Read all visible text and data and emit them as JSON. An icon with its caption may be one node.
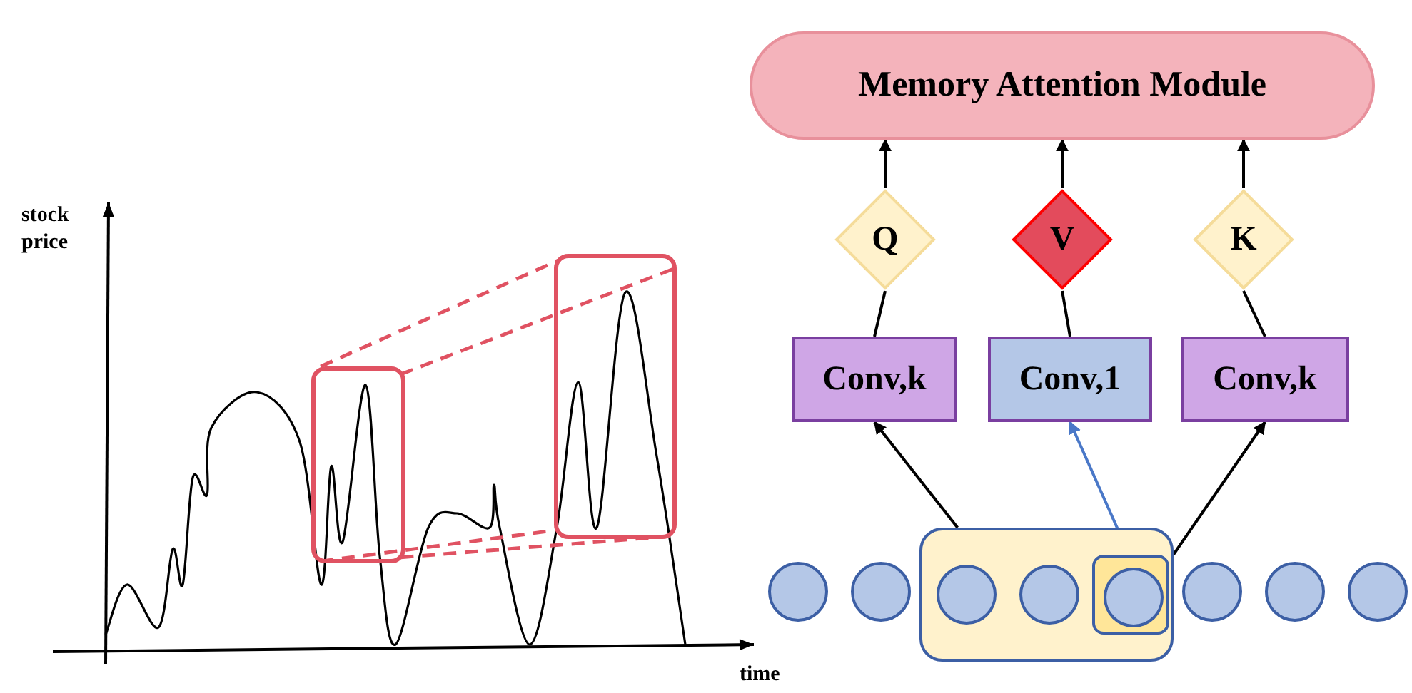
{
  "diagram": {
    "nodes": [
      {
        "text": [],
        "shape": "box"
      },
      {
        "text": [],
        "shape": "box"
      },
      {
        "text": [
          "Memory Attention Module"
        ]
      },
      {
        "text": [
          "Q"
        ]
      },
      {
        "text": [
          "V"
        ]
      },
      {
        "text": [
          "K"
        ]
      },
      {
        "text": [
          "Conv,k"
        ]
      },
      {
        "text": [
          "Conv,1"
        ]
      },
      {
        "text": [
          "Conv,k"
        ]
      },
      {
        "text": [],
        "shape": "box"
      },
      {
        "text": [],
        "shape": "circle"
      },
      {
        "text": [],
        "shape": "circle"
      },
      {
        "text": [],
        "shape": "circle",
        "in": 9
      },
      {
        "text": [],
        "shape": "circle",
        "in": 9
      },
      {
        "text": [],
        "shape": "box",
        "in": 9
      },
      {
        "text": [],
        "shape": "circle",
        "in": 14
      },
      {
        "text": [],
        "shape": "circle"
      },
      {
        "text": [],
        "shape": "circle"
      },
      {
        "text": [],
        "shape": "circle"
      }
    ],
    "edges": [
      {
        "from": 0,
        "to": 1,
        "arrow": "none",
        "style": "dashed",
        "color": "#e05262"
      },
      {
        "from": 0,
        "to": 1,
        "arrow": "none",
        "style": "dashed",
        "color": "#e05262"
      },
      {
        "from": 0,
        "to": 1,
        "arrow": "none",
        "style": "dashed",
        "color": "#e05262"
      },
      {
        "from": 0,
        "to": 1,
        "arrow": "none",
        "style": "dashed",
        "color": "#e05262"
      },
      {
        "from": 3,
        "to": 2,
        "arrow": "to"
      },
      {
        "from": 4,
        "to": 2,
        "arrow": "to"
      },
      {
        "from": 5,
        "to": 2,
        "arrow": "to"
      },
      {
        "from": 6,
        "to": 3,
        "arrow": "none"
      },
      {
        "from": 7,
        "to": 4,
        "arrow": "none"
      },
      {
        "from": 8,
        "to": 5,
        "arrow": "none"
      },
      {
        "from": 9,
        "to": 6,
        "arrow": "to"
      },
      {
        "from": 14,
        "to": 7,
        "arrow": "to",
        "color": "#4a78c8"
      },
      {
        "from": 9,
        "to": 8,
        "arrow": "to"
      }
    ],
    "labels": [
      "stock price",
      "time"
    ]
  }
}
